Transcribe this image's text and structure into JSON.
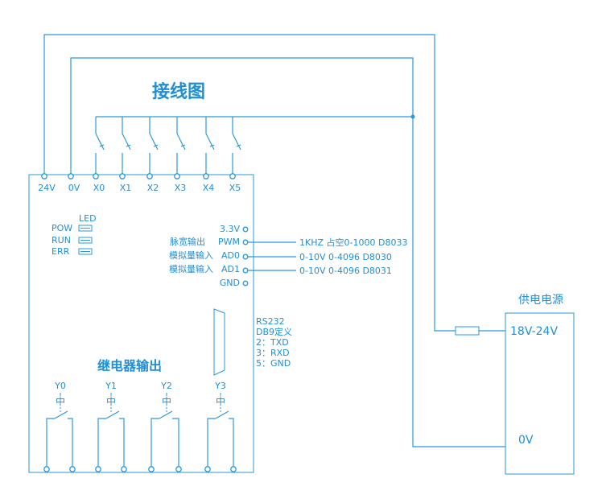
{
  "title": "接线图",
  "relay_section_title": "继电器输出",
  "top_terminals": [
    "24V",
    "0V",
    "X0",
    "X1",
    "X2",
    "X3",
    "X4",
    "X5"
  ],
  "led": {
    "heading": "LED",
    "items": [
      "POW",
      "RUN",
      "ERR"
    ]
  },
  "right_terminals": [
    "3.3V",
    "PWM",
    "AD0",
    "AD1",
    "GND"
  ],
  "pin_functions": {
    "pwm": "脉宽输出",
    "ad0": "模拟量输入",
    "ad1": "模拟量输入"
  },
  "signal_annotations": {
    "pwm": "1KHZ 占空0-1000 D8033",
    "ad0": "0-10V 0-4096 D8030",
    "ad1": "0-10V 0-4096 D8031"
  },
  "rs232": {
    "lines": [
      "RS232",
      "DB9定义",
      "2：TXD",
      "3：RXD",
      "5：GND"
    ]
  },
  "relays": [
    "Y0",
    "Y1",
    "Y2",
    "Y3"
  ],
  "relay_coil_glyph": "中",
  "power_supply": {
    "title": "供电电源",
    "positive": "18V-24V",
    "negative": "0V"
  },
  "colors": {
    "line": "#2a98dd",
    "text": "#1f8fd6",
    "background": "#ffffff"
  }
}
